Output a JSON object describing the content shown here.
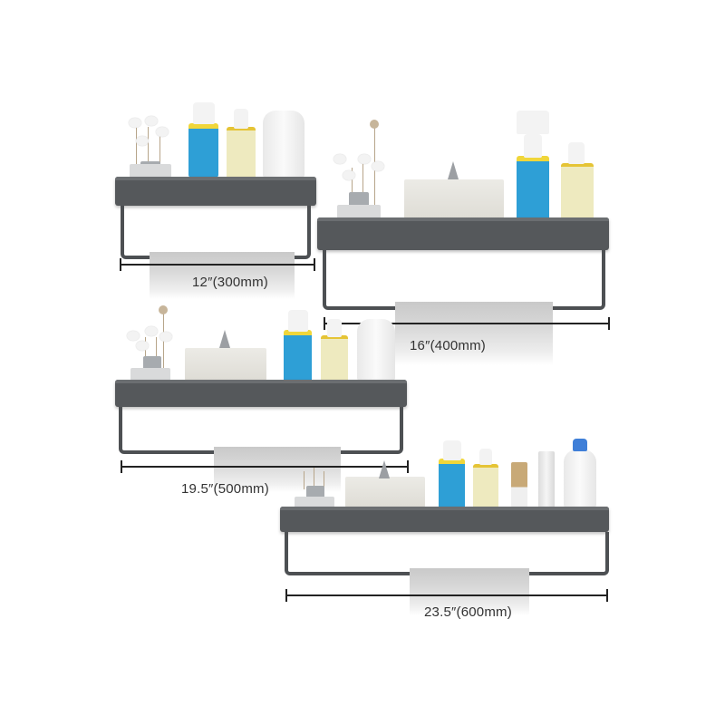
{
  "shelves": [
    {
      "id": "shelf-300",
      "dimension_label": "12″(300mm)"
    },
    {
      "id": "shelf-400",
      "dimension_label": "16″(400mm)"
    },
    {
      "id": "shelf-500",
      "dimension_label": "19.5″(500mm)"
    },
    {
      "id": "shelf-600",
      "dimension_label": "23.5″(600mm)"
    }
  ],
  "colors": {
    "shelf_gray": "#55585b",
    "bottle_blue": "#2e9fd6",
    "cap_yellow": "#f0d63a",
    "towel_gray": "#cfcfcf"
  }
}
